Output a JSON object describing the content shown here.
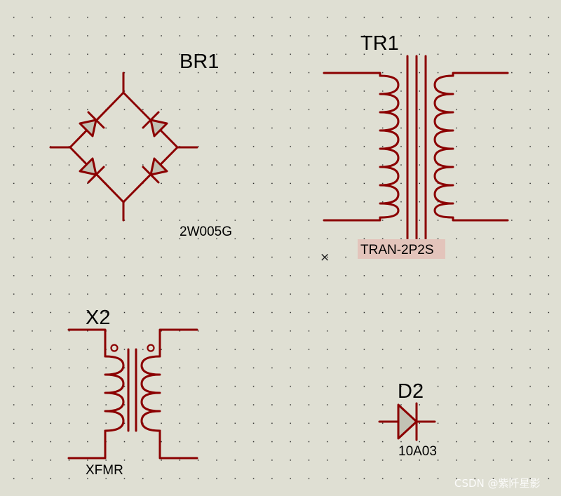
{
  "components": {
    "br1": {
      "ref": "BR1",
      "value": "2W005G"
    },
    "tr1": {
      "ref": "TR1",
      "value": "TRAN-2P2S"
    },
    "x2": {
      "ref": "X2",
      "value": "XFMR"
    },
    "d2": {
      "ref": "D2",
      "value": "10A03"
    }
  },
  "cursor_mark": "×",
  "watermark": "CSDN @紫阡星影",
  "colors": {
    "background": "#dfdfd3",
    "grid_dot": "#1a1a1a",
    "wire": "#8b0000",
    "diode_fill": "#c2c2b4",
    "selected_label_bg": "#e3c4bb"
  }
}
